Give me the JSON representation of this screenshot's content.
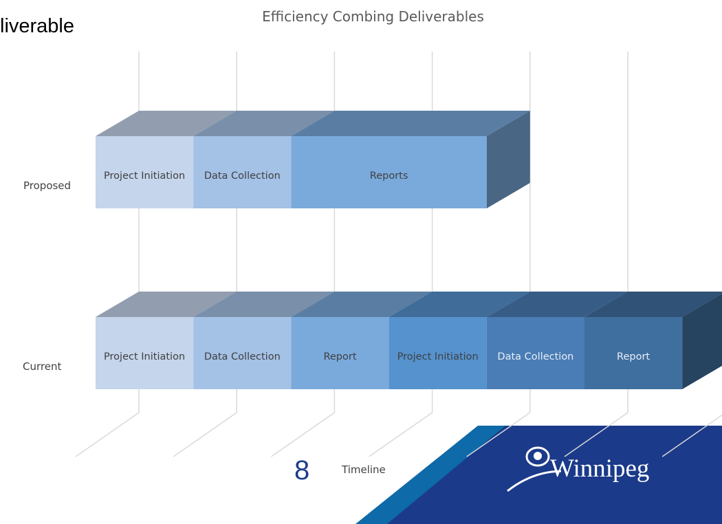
{
  "slide": {
    "heading": "liverable",
    "page_number": "8",
    "logo_text": "Winnipeg"
  },
  "chart_data": {
    "type": "bar",
    "orientation": "horizontal",
    "stacked": true,
    "style": "3d",
    "title": "Efficiency Combing Deliverables",
    "xlabel": "Timeline",
    "ylabel": "",
    "categories": [
      "Current",
      "Proposed"
    ],
    "series": [
      {
        "segments": [
          "Project Initiation",
          "Data Collection",
          "Reports"
        ],
        "values": [
          1,
          1,
          2
        ]
      },
      {
        "segments": [
          "Project Initiation",
          "Data Collection",
          "Report",
          "Project Initiation",
          "Data Collection",
          "Report"
        ],
        "values": [
          1,
          1,
          1,
          1,
          1,
          1
        ]
      }
    ],
    "rows": [
      {
        "category": "Proposed",
        "segments": [
          {
            "label": "Project Initiation",
            "value": 1,
            "color": "#c5d5ec"
          },
          {
            "label": "Data Collection",
            "value": 1,
            "color": "#a4c1e6"
          },
          {
            "label": "Reports",
            "value": 2,
            "color": "#7aaadc"
          }
        ]
      },
      {
        "category": "Current",
        "segments": [
          {
            "label": "Project Initiation",
            "value": 1,
            "color": "#c5d5ec"
          },
          {
            "label": "Data Collection",
            "value": 1,
            "color": "#a4c1e6"
          },
          {
            "label": "Report",
            "value": 1,
            "color": "#7aaadc"
          },
          {
            "label": "Project Initiation",
            "value": 1,
            "color": "#5592ce"
          },
          {
            "label": "Data Collection",
            "value": 1,
            "color": "#4a7db5"
          },
          {
            "label": "Report",
            "value": 1,
            "color": "#3f6f9f"
          }
        ]
      }
    ],
    "xlim": [
      0,
      6
    ],
    "grid": true,
    "legend": "none"
  },
  "colors": {
    "band_dark": "#1b3a8a",
    "band_light": "#0e6aa8",
    "gridline": "#d9d9d9"
  }
}
